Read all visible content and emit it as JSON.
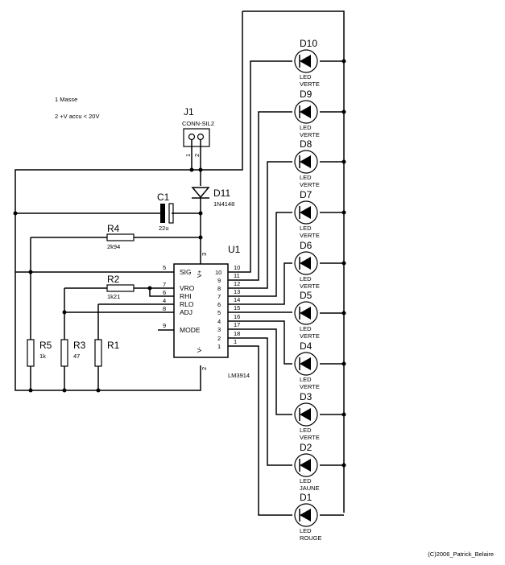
{
  "notes": [
    "1  Masse",
    "2  +V accu < 20V"
  ],
  "j1": {
    "ref": "J1",
    "value": "CONN-SIL2",
    "pin1": "1",
    "pin2": "2"
  },
  "d11": {
    "ref": "D11",
    "value": "1N4148"
  },
  "c1": {
    "ref": "C1",
    "value": "22u"
  },
  "r4": {
    "ref": "R4",
    "value": "2k94"
  },
  "r2": {
    "ref": "R2",
    "value": "1k21"
  },
  "r5": {
    "ref": "R5",
    "value": "1k"
  },
  "r3": {
    "ref": "R3",
    "value": "47"
  },
  "r1": {
    "ref": "R1",
    "value": ""
  },
  "u1": {
    "ref": "U1",
    "part": "LM3914",
    "vplus": "V+",
    "vminus": "V-",
    "left_pins": [
      {
        "num": "5",
        "name": "SIG"
      },
      {
        "num": "7",
        "name": "VRO"
      },
      {
        "num": "6",
        "name": "RHI"
      },
      {
        "num": "4",
        "name": "RLO"
      },
      {
        "num": "8",
        "name": "ADJ"
      },
      {
        "num": "9",
        "name": "MODE"
      }
    ],
    "right_inner": [
      "10",
      "9",
      "8",
      "7",
      "6",
      "5",
      "4",
      "3",
      "2",
      "1"
    ],
    "right_outer": [
      "10",
      "11",
      "12",
      "13",
      "14",
      "15",
      "16",
      "17",
      "18",
      "1"
    ],
    "top_pin": "3",
    "bottom_pin": "2"
  },
  "leds": [
    {
      "ref": "D10",
      "type": "LED",
      "color": "VERTE"
    },
    {
      "ref": "D9",
      "type": "LED",
      "color": "VERTE"
    },
    {
      "ref": "D8",
      "type": "LED",
      "color": "VERTE"
    },
    {
      "ref": "D7",
      "type": "LED",
      "color": "VERTE"
    },
    {
      "ref": "D6",
      "type": "LED",
      "color": "VERTE"
    },
    {
      "ref": "D5",
      "type": "LED",
      "color": "VERTE"
    },
    {
      "ref": "D4",
      "type": "LED",
      "color": "VERTE"
    },
    {
      "ref": "D3",
      "type": "LED",
      "color": "VERTE"
    },
    {
      "ref": "D2",
      "type": "LED",
      "color": "JAUNE"
    },
    {
      "ref": "D1",
      "type": "LED",
      "color": "ROUGE"
    }
  ],
  "copyright": "(C)2006_Patrick_Belaire"
}
